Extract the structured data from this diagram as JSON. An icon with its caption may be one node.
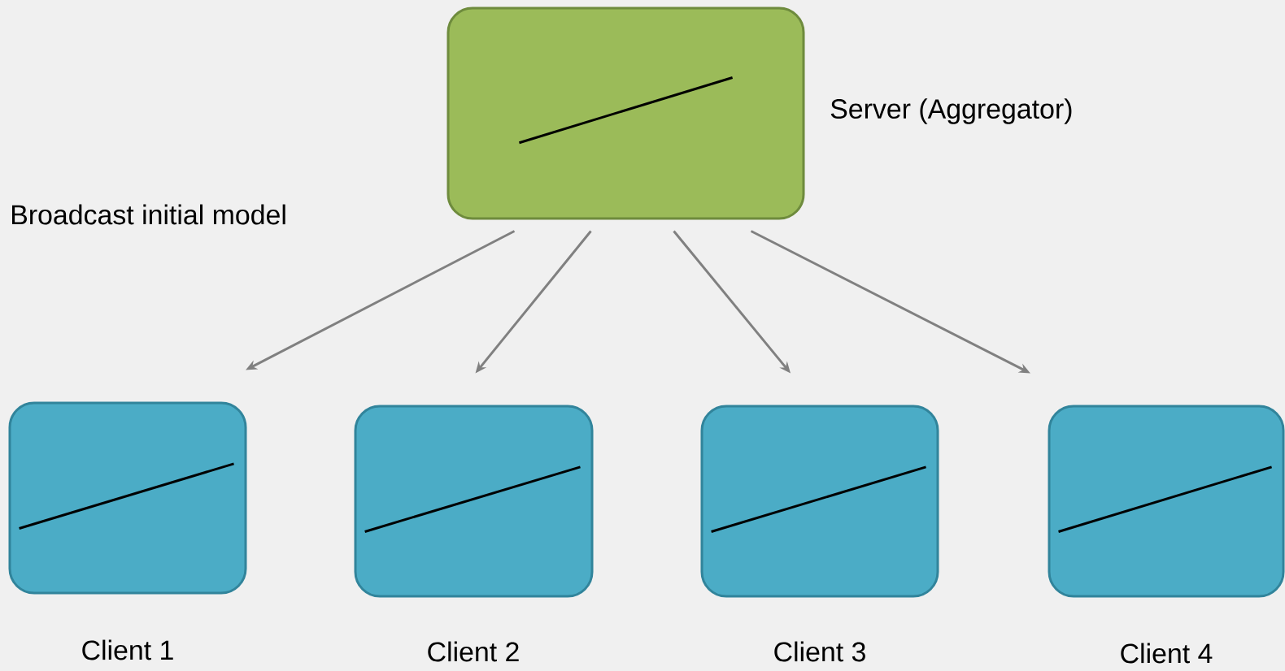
{
  "diagram": {
    "nodes": [
      {
        "text": [],
        "shape": "box",
        "beside": [
          "Server (Aggregator)"
        ]
      },
      {
        "text": [],
        "shape": "box",
        "beside": [
          "Client 1"
        ]
      },
      {
        "text": [],
        "shape": "box",
        "beside": [
          "Client 2"
        ]
      },
      {
        "text": [],
        "shape": "box",
        "beside": [
          "Client 3"
        ]
      },
      {
        "text": [],
        "shape": "box",
        "beside": [
          "Client 4"
        ]
      }
    ],
    "edges": [
      {
        "from": 0,
        "to": 1,
        "arrow": "to"
      },
      {
        "from": 0,
        "to": 2,
        "arrow": "to"
      },
      {
        "from": 0,
        "to": 3,
        "arrow": "to"
      },
      {
        "from": 0,
        "to": 4,
        "arrow": "to"
      }
    ],
    "labels": [
      "Broadcast initial model"
    ]
  }
}
